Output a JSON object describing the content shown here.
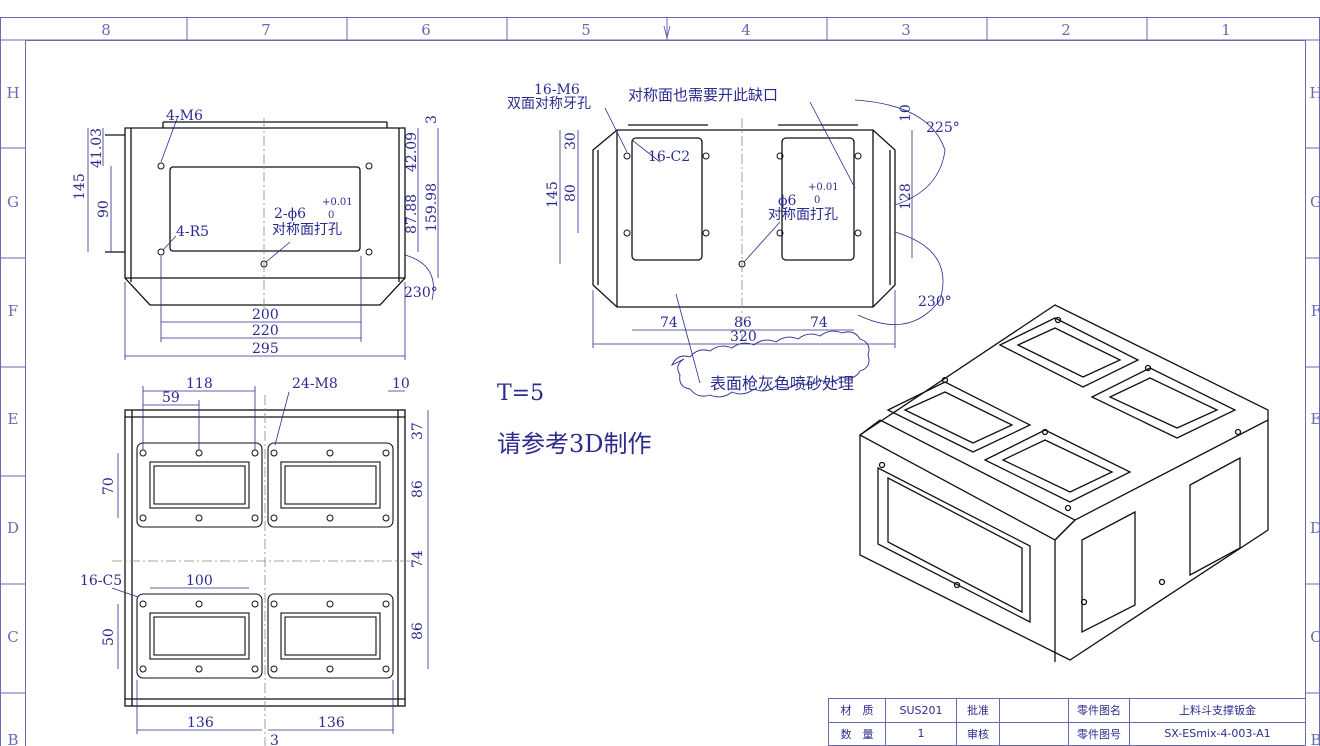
{
  "frame": {
    "top_columns": [
      "8",
      "7",
      "6",
      "5",
      "4",
      "3",
      "2",
      "1"
    ],
    "side_rows_left": [
      "H",
      "G",
      "F",
      "E",
      "D",
      "C",
      "B"
    ],
    "side_rows_right": [
      "H",
      "G",
      "F",
      "E",
      "D",
      "C",
      "B"
    ]
  },
  "front_view": {
    "thread_label": "4-M6",
    "radius_label": "4-R5",
    "hole_label": "2-ϕ6",
    "tolerance_upper": "+0.01",
    "tolerance_lower": "0",
    "hole_note": "对称面打孔",
    "dim_145": "145",
    "dim_41_03": "41.03",
    "dim_90": "90",
    "dim_42_09": "42.09",
    "dim_87_88": "87.88",
    "dim_159_98": "159.98",
    "dim_3": "3",
    "dim_200": "200",
    "dim_220": "220",
    "dim_295": "295",
    "angle_230": "230°"
  },
  "side_view": {
    "thread_label": "16-M6",
    "thread_note": "双面对称牙孔",
    "notch_note": "对称面也需要开此缺口",
    "chamfer_label": "16-C2",
    "hole_label": "ϕ6",
    "tolerance_upper": "+0.01",
    "tolerance_lower": "0",
    "hole_note": "对称面打孔",
    "dim_145": "145",
    "dim_30": "30",
    "dim_80": "80",
    "dim_10": "10",
    "dim_128": "128",
    "angle_225": "225°",
    "angle_230": "230°",
    "dim_74a": "74",
    "dim_86": "86",
    "dim_74b": "74",
    "dim_320": "320",
    "surface_note": "表面枪灰色喷砂处理"
  },
  "top_view": {
    "dim_118": "118",
    "dim_59": "59",
    "thread_label": "24-M8",
    "dim_10": "10",
    "dim_37": "37",
    "dim_70": "70",
    "dim_86a": "86",
    "dim_74": "74",
    "chamfer_label": "16-C5",
    "dim_100": "100",
    "dim_50": "50",
    "dim_86b": "86",
    "dim_136a": "136",
    "dim_136b": "136",
    "dim_3": "3"
  },
  "notes": {
    "thickness": "T=5",
    "instruction": "请参考3D制作"
  },
  "title_block": {
    "material_label": "材　质",
    "material_value": "SUS201",
    "approve_label": "批准",
    "approve_value": "",
    "part_name_label": "零件图名",
    "part_name_value": "上料斗支撑钣金",
    "qty_label": "数　量",
    "qty_value": "1",
    "review_label": "审核",
    "review_value": "",
    "part_no_label": "零件图号",
    "part_no_value": "SX-ESmix-4-003-A1"
  }
}
